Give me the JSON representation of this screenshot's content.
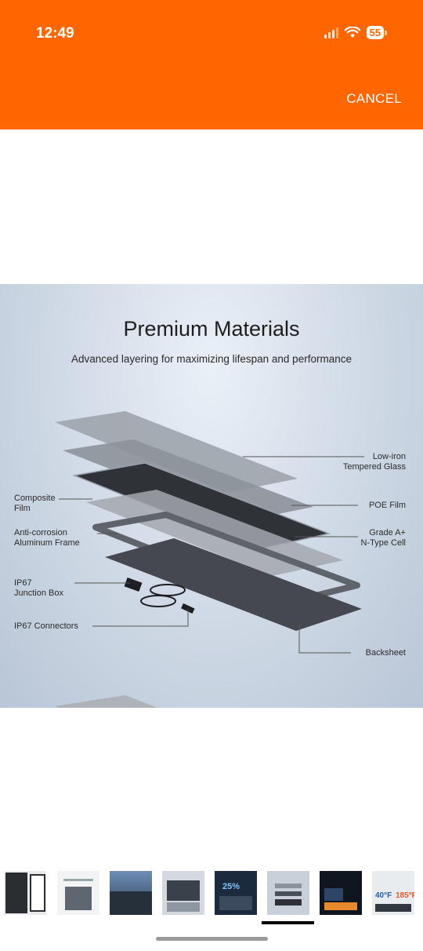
{
  "status_bar": {
    "time": "12:49",
    "battery": "55"
  },
  "header": {
    "cancel_label": "CANCEL"
  },
  "product_image": {
    "title": "Premium Materials",
    "subtitle": "Advanced layering for maximizing lifespan and performance",
    "callouts": {
      "low_iron_l1": "Low-iron",
      "low_iron_l2": "Tempered Glass",
      "poe_film": "POE Film",
      "grade_l1": "Grade A+",
      "grade_l2": "N-Type Cell",
      "backsheet": "Backsheet",
      "composite_l1": "Composite",
      "composite_l2": "Film",
      "anticorrosion_l1": "Anti-corrosion",
      "anticorrosion_l2": "Aluminum Frame",
      "jbox_l1": "IP67",
      "jbox_l2": "Junction Box",
      "connectors": "IP67 Connectors"
    },
    "thumb_texts": {
      "t4_pct": "25%",
      "t8_left": "40°F",
      "t8_right": "185°F"
    }
  },
  "thumbnails": {
    "count": 8,
    "selected_index": 5
  },
  "colors": {
    "header": "#ff6600",
    "accent_text": "#ffffff"
  }
}
